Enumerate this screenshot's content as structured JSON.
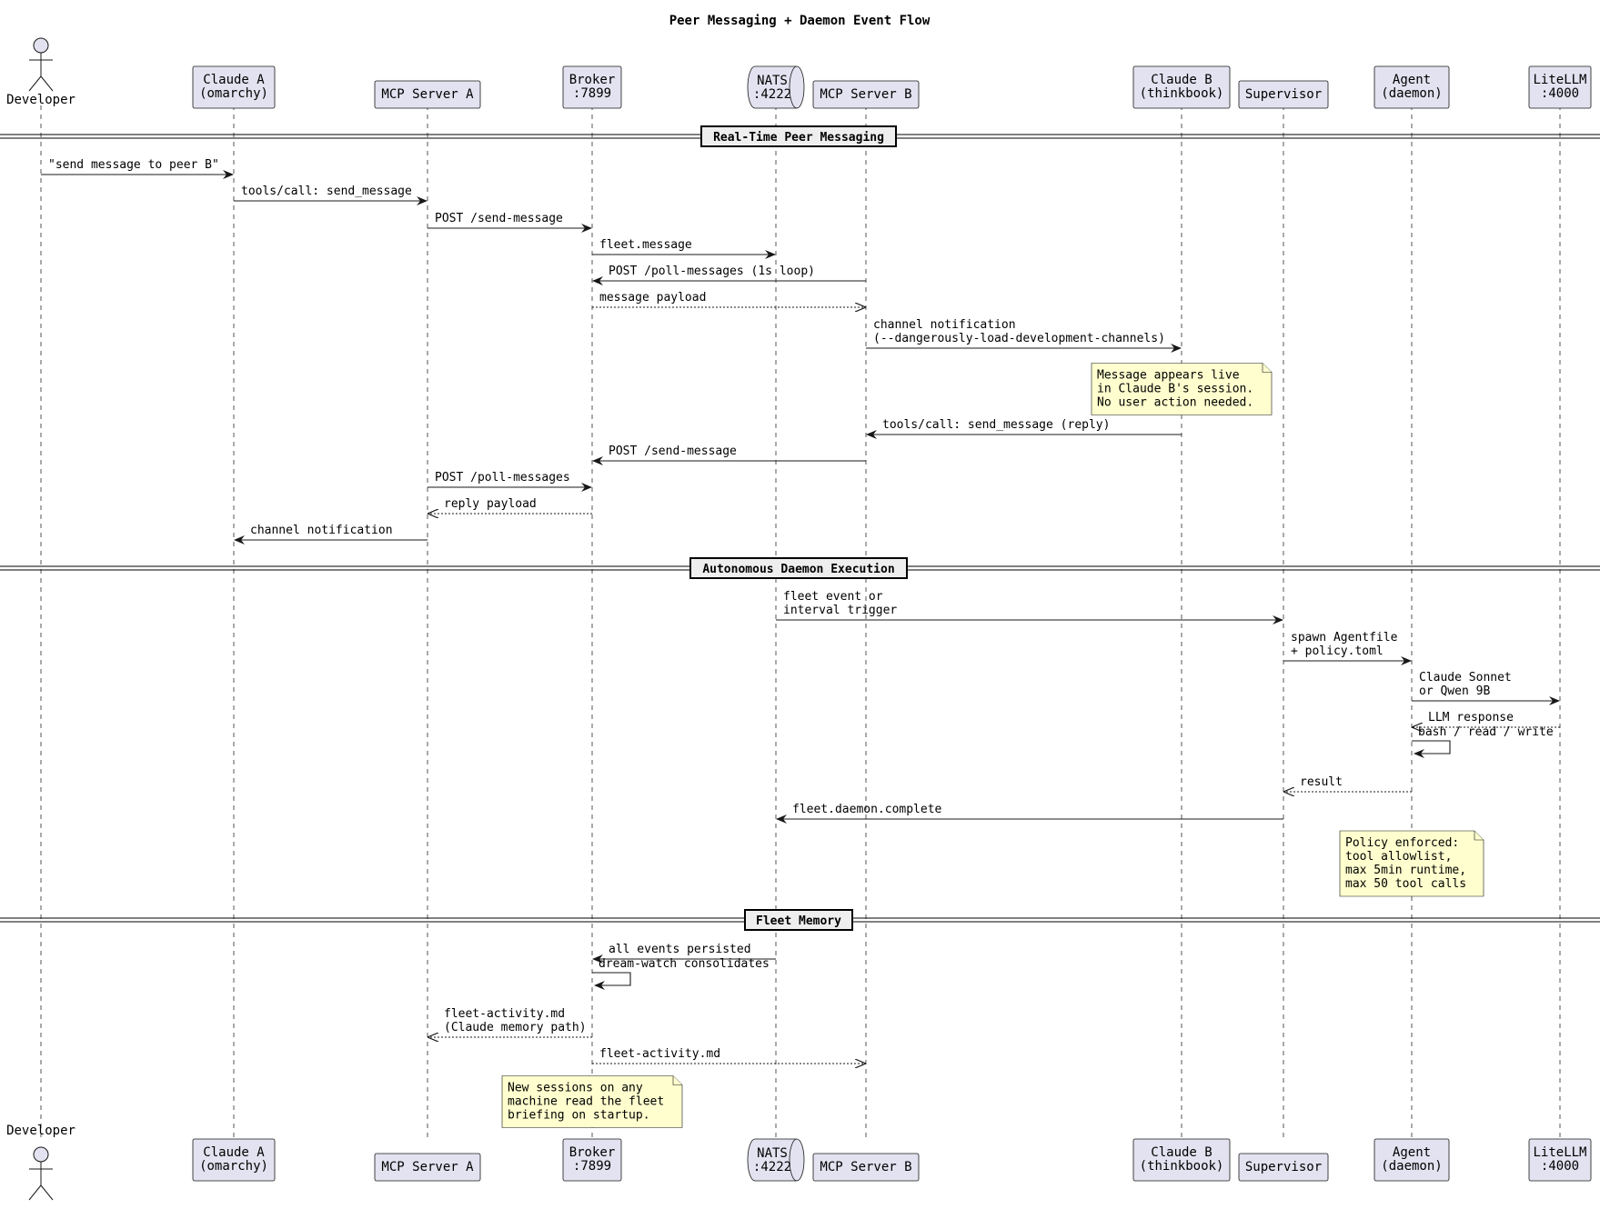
{
  "title": "Peer Messaging + Daemon Event Flow",
  "participants": [
    {
      "id": "developer",
      "kind": "actor",
      "label": [
        "Developer"
      ]
    },
    {
      "id": "claude-a",
      "kind": "box",
      "label": [
        "Claude A",
        "(omarchy)"
      ]
    },
    {
      "id": "mcp-a",
      "kind": "box",
      "label": [
        "MCP Server A"
      ]
    },
    {
      "id": "broker",
      "kind": "box",
      "label": [
        "Broker",
        ":7899"
      ]
    },
    {
      "id": "nats",
      "kind": "queue",
      "label": [
        "NATS",
        ":4222"
      ]
    },
    {
      "id": "mcp-b",
      "kind": "box",
      "label": [
        "MCP Server B"
      ]
    },
    {
      "id": "claude-b",
      "kind": "box",
      "label": [
        "Claude B",
        "(thinkbook)"
      ]
    },
    {
      "id": "supervisor",
      "kind": "box",
      "label": [
        "Supervisor"
      ]
    },
    {
      "id": "agent",
      "kind": "box",
      "label": [
        "Agent",
        "(daemon)"
      ]
    },
    {
      "id": "litellm",
      "kind": "box",
      "label": [
        "LiteLLM",
        ":4000"
      ]
    }
  ],
  "sections": [
    {
      "label": "Real-Time Peer Messaging",
      "items": [
        {
          "type": "msg",
          "from": "developer",
          "to": "claude-a",
          "style": "solid",
          "text": [
            "\"send message to peer B\""
          ]
        },
        {
          "type": "msg",
          "from": "claude-a",
          "to": "mcp-a",
          "style": "solid",
          "text": [
            "tools/call: send_message"
          ]
        },
        {
          "type": "msg",
          "from": "mcp-a",
          "to": "broker",
          "style": "solid",
          "text": [
            "POST /send-message"
          ]
        },
        {
          "type": "msg",
          "from": "broker",
          "to": "nats",
          "style": "solid",
          "text": [
            "fleet.message"
          ]
        },
        {
          "type": "msg",
          "from": "mcp-b",
          "to": "broker",
          "style": "solid",
          "text": [
            "POST /poll-messages (1s loop)"
          ]
        },
        {
          "type": "msg",
          "from": "broker",
          "to": "mcp-b",
          "style": "dashed",
          "text": [
            "message payload"
          ]
        },
        {
          "type": "msg",
          "from": "mcp-b",
          "to": "claude-b",
          "style": "solid",
          "text": [
            "channel notification",
            "(--dangerously-load-development-channels)"
          ]
        },
        {
          "type": "note",
          "over": "claude-b",
          "text": [
            "Message appears live",
            "in Claude B's session.",
            "No user action needed."
          ]
        },
        {
          "type": "msg",
          "from": "claude-b",
          "to": "mcp-b",
          "style": "solid",
          "text": [
            "tools/call: send_message (reply)"
          ]
        },
        {
          "type": "msg",
          "from": "mcp-b",
          "to": "broker",
          "style": "solid",
          "text": [
            "POST /send-message"
          ]
        },
        {
          "type": "msg",
          "from": "mcp-a",
          "to": "broker",
          "style": "solid",
          "text": [
            "POST /poll-messages"
          ]
        },
        {
          "type": "msg",
          "from": "broker",
          "to": "mcp-a",
          "style": "dashed",
          "text": [
            "reply payload"
          ]
        },
        {
          "type": "msg",
          "from": "mcp-a",
          "to": "claude-a",
          "style": "solid",
          "text": [
            "channel notification"
          ]
        }
      ]
    },
    {
      "label": "Autonomous Daemon Execution",
      "items": [
        {
          "type": "msg",
          "from": "nats",
          "to": "supervisor",
          "style": "solid",
          "text": [
            "fleet event or",
            "interval trigger"
          ]
        },
        {
          "type": "msg",
          "from": "supervisor",
          "to": "agent",
          "style": "solid",
          "text": [
            "spawn Agentfile",
            "+ policy.toml"
          ]
        },
        {
          "type": "msg",
          "from": "agent",
          "to": "litellm",
          "style": "solid",
          "text": [
            "Claude Sonnet",
            "or Qwen 9B"
          ]
        },
        {
          "type": "msg",
          "from": "litellm",
          "to": "agent",
          "style": "dashed",
          "text": [
            "LLM response"
          ]
        },
        {
          "type": "msg",
          "from": "agent",
          "to": "agent",
          "style": "solid",
          "text": [
            "bash / read / write"
          ]
        },
        {
          "type": "msg",
          "from": "agent",
          "to": "supervisor",
          "style": "dashed",
          "text": [
            "result"
          ]
        },
        {
          "type": "msg",
          "from": "supervisor",
          "to": "nats",
          "style": "solid",
          "text": [
            "fleet.daemon.complete"
          ]
        },
        {
          "type": "note",
          "over": "agent",
          "text": [
            "Policy enforced:",
            "tool allowlist,",
            "max 5min runtime,",
            "max 50 tool calls"
          ]
        }
      ]
    },
    {
      "label": "Fleet Memory",
      "items": [
        {
          "type": "msg",
          "from": "nats",
          "to": "broker",
          "style": "solid",
          "text": [
            "all events persisted"
          ]
        },
        {
          "type": "msg",
          "from": "broker",
          "to": "broker",
          "style": "solid",
          "text": [
            "dream-watch consolidates"
          ]
        },
        {
          "type": "msg",
          "from": "broker",
          "to": "mcp-a",
          "style": "dashed",
          "text": [
            "fleet-activity.md",
            "(Claude memory path)"
          ]
        },
        {
          "type": "msg",
          "from": "broker",
          "to": "mcp-b",
          "style": "dashed",
          "text": [
            "fleet-activity.md"
          ]
        },
        {
          "type": "note",
          "over": "broker",
          "text": [
            "New sessions on any",
            "machine read the fleet",
            "briefing on startup."
          ]
        }
      ]
    }
  ]
}
